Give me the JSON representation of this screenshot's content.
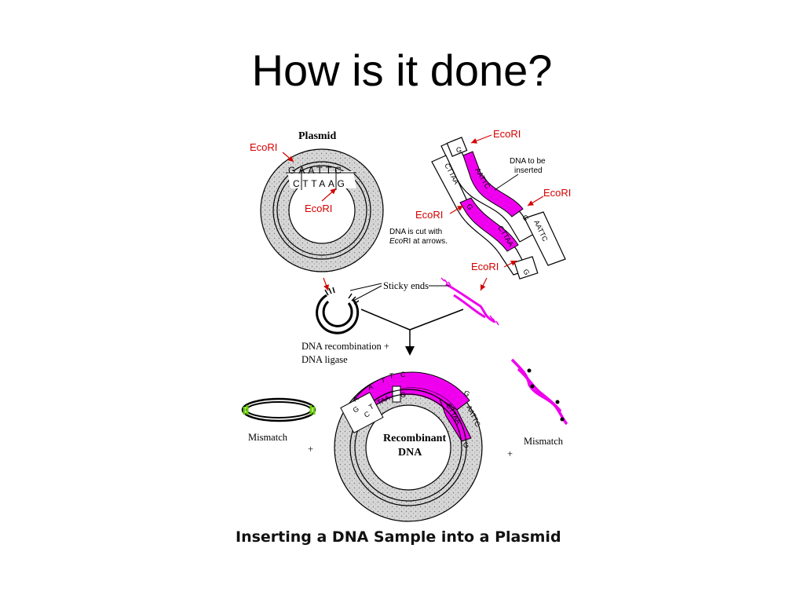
{
  "slide": {
    "title": "How is it done?"
  },
  "diagram": {
    "plasmid_title": "Plasmid",
    "ecori": "EcoRI",
    "plasmid_top_bases": "GAATTC",
    "plasmid_bottom_bases": "CTTAAG",
    "dna_to_be_inserted_line1": "DNA to be",
    "dna_to_be_inserted_line2": "inserted",
    "cut_note_line1": "DNA is cut with",
    "cut_note_eco": "Eco",
    "cut_note_rest": "RI at arrows.",
    "sticky_ends": "Sticky ends",
    "recombination_line1": "DNA recombination +",
    "recombination_line2": "DNA ligase",
    "mismatch": "Mismatch",
    "plus": "+",
    "recombinant_line1": "Recombinant",
    "recombinant_line2": "DNA",
    "caption": "Inserting a DNA Sample into a Plasmid"
  },
  "colors": {
    "magenta": "#ee00ee",
    "ecori_red": "#d40000",
    "green": "#66cc00",
    "ring_gray": "#d2d2d2"
  }
}
